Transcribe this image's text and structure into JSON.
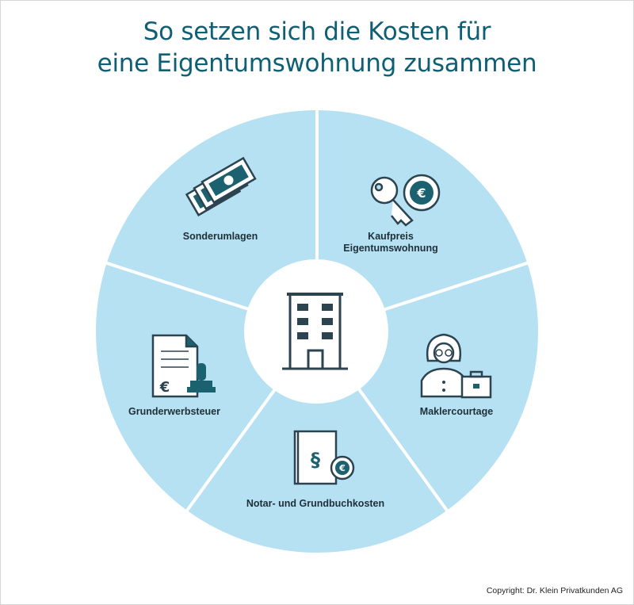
{
  "title_line1": "So setzen sich die Kosten für",
  "title_line2": "eine Eigentumswohnung zusammen",
  "center_icon": "building-icon",
  "segments": [
    {
      "label": "Kaufpreis Eigentumswohnung",
      "icon": "key-euro-coin-icon"
    },
    {
      "label": "Maklercourtage",
      "icon": "agent-briefcase-icon"
    },
    {
      "label": "Notar- und Grundbuchkosten",
      "icon": "paragraph-book-euro-icon"
    },
    {
      "label": "Grunderwerbsteuer",
      "icon": "document-stamp-euro-icon"
    },
    {
      "label": "Sonderumlagen",
      "icon": "banknotes-icon"
    }
  ],
  "copyright": "Copyright: Dr. Klein Privatkunden AG",
  "colors": {
    "title": "#0f5f74",
    "segment": "#b5e1f3",
    "icon_dark": "#2c4350",
    "icon_teal": "#1b6170"
  }
}
